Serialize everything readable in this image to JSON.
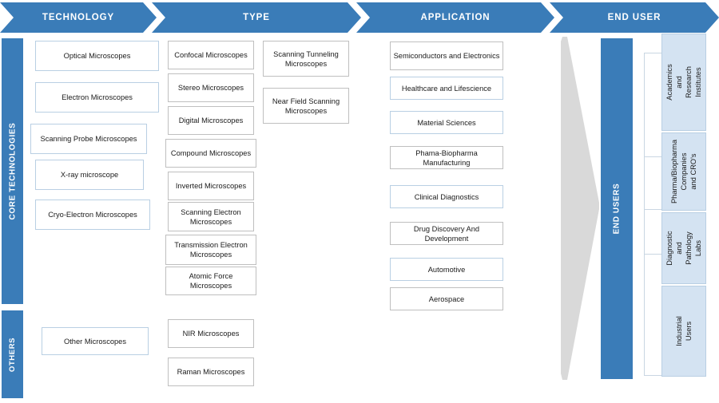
{
  "header": {
    "stages": [
      {
        "label": "TECHNOLOGY"
      },
      {
        "label": "TYPE"
      },
      {
        "label": "APPLICATION"
      },
      {
        "label": "END USER"
      }
    ]
  },
  "sidebars": {
    "core": "CORE TECHNOLOGIES",
    "others": "OTHERS",
    "end_users": "END USERS"
  },
  "technology": {
    "core_items": [
      {
        "label": "Optical Microscopes"
      },
      {
        "label": "Electron Microscopes"
      },
      {
        "label": "Scanning Probe Microscopes"
      },
      {
        "label": "X-ray microscope"
      },
      {
        "label": "Cryo-Electron Microscopes"
      }
    ],
    "other_items": [
      {
        "label": "Other Microscopes"
      }
    ]
  },
  "type": {
    "column_a": [
      {
        "label": "Confocal Microscopes"
      },
      {
        "label": "Stereo Microscopes"
      },
      {
        "label": "Digital Microscopes"
      },
      {
        "label": "Compound Microscopes"
      },
      {
        "label": "Inverted Microscopes"
      },
      {
        "label": "Scanning Electron Microscopes"
      },
      {
        "label": "Transmission Electron Microscopes"
      },
      {
        "label": "Atomic Force Microscopes"
      }
    ],
    "column_b": [
      {
        "label": "Scanning Tunneling Microscopes"
      },
      {
        "label": "Near Field Scanning Microscopes"
      }
    ],
    "other_items": [
      {
        "label": "NIR Microscopes"
      },
      {
        "label": "Raman Microscopes"
      }
    ]
  },
  "application": {
    "items": [
      {
        "label": "Semiconductors and Electronics"
      },
      {
        "label": "Healthcare and Lifescience"
      },
      {
        "label": "Material Sciences"
      },
      {
        "label": "Phama-Biopharma Manufacturing"
      },
      {
        "label": "Clinical Diagnostics"
      },
      {
        "label": "Drug Discovery And Development"
      },
      {
        "label": "Automotive"
      },
      {
        "label": "Aerospace"
      }
    ]
  },
  "end_user": {
    "items": [
      {
        "label": "Academics and Research\nInstitutes"
      },
      {
        "label": "Pharma/Biopharma Companies\nand CRO's"
      },
      {
        "label": "Diagnostic and\nPathology Labs"
      },
      {
        "label": "Industrial Users"
      }
    ]
  },
  "colors": {
    "brand_blue": "#3A7CB8",
    "light_blue_fill": "#D4E3F2",
    "box_border": "#B9CFE3",
    "gray_funnel": "#D9D9D9",
    "connector": "#C9D6E2"
  }
}
